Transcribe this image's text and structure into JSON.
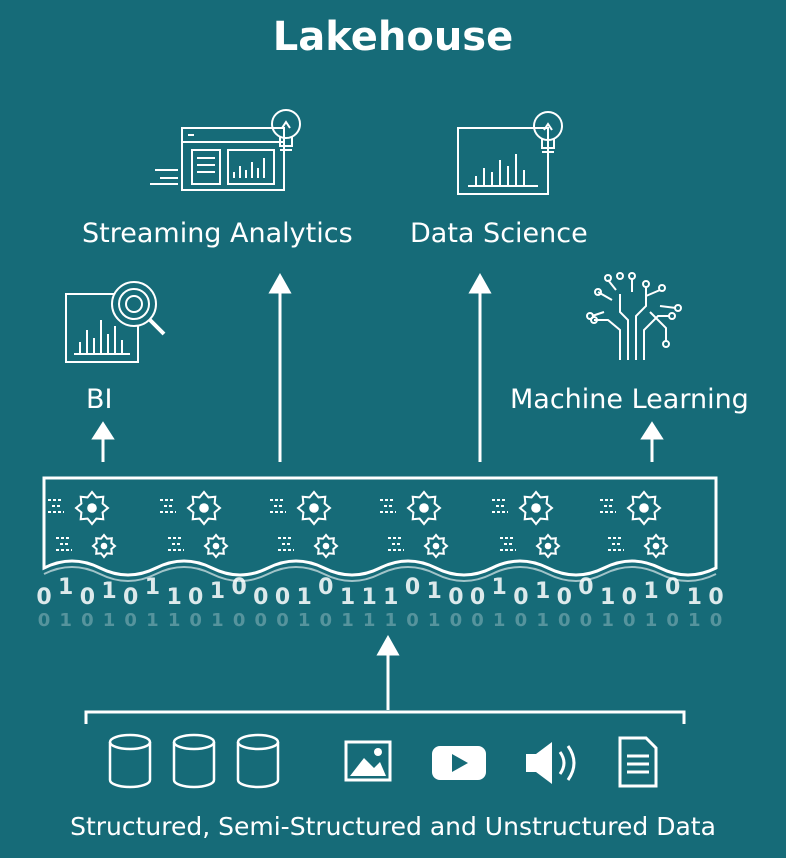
{
  "title": "Lakehouse",
  "outputs": {
    "streaming_analytics": "Streaming Analytics",
    "data_science": "Data Science",
    "bi": "BI",
    "machine_learning": "Machine Learning"
  },
  "sources_label": "Structured, Semi-Structured and Unstructured Data",
  "binary_top": [
    "0",
    "1",
    "0",
    "1",
    "0",
    "1",
    "1",
    "0",
    "1",
    "0",
    "0",
    "0",
    "1",
    "0",
    "1",
    "1",
    "1",
    "0",
    "1",
    "0",
    "0",
    "1",
    "0",
    "1",
    "0",
    "0",
    "1",
    "0",
    "1",
    "0",
    "1",
    "0"
  ],
  "source_icons": [
    "database-icon",
    "database-icon",
    "database-icon",
    "image-icon",
    "video-icon",
    "audio-icon",
    "document-icon"
  ],
  "colors": {
    "background": "#166B78",
    "foreground": "#ffffff",
    "gear": "#ffffff"
  }
}
